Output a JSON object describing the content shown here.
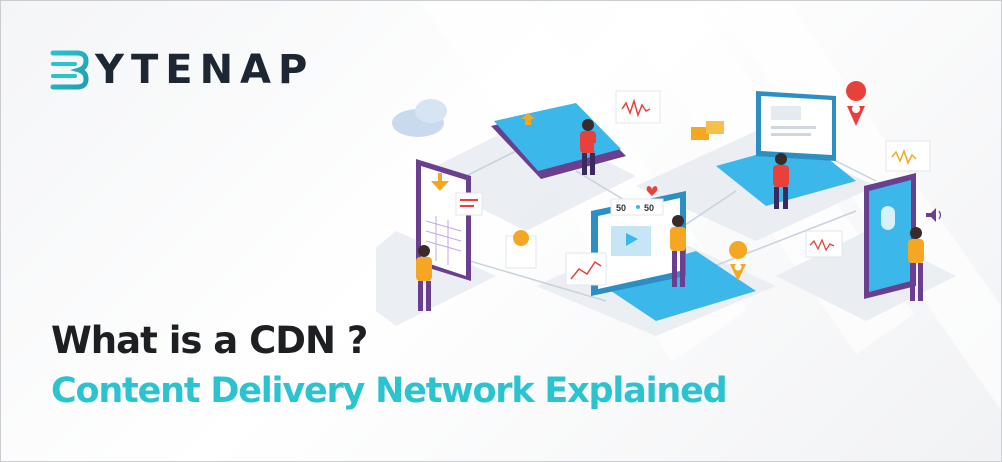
{
  "brand": {
    "name": "YTENAP",
    "accent_color": "#2cc3d1",
    "text_color": "#1c2733"
  },
  "headline": "What is a CDN ?",
  "subheadline": "Content Delivery Network Explained",
  "colors": {
    "headline": "#1e1f22",
    "subheadline": "#2cc3d1",
    "device_blue": "#3bb7ea",
    "device_purple": "#6a3f8f",
    "person_orange": "#f5a623",
    "person_red": "#e8413c"
  },
  "illustration": {
    "icons": [
      "cloud-icon",
      "location-pin-icon",
      "chat-bubble-icon",
      "audio-wave-icon",
      "envelope-icon",
      "speaker-icon",
      "arrow-up-icon",
      "arrow-down-icon",
      "play-icon",
      "chart-line-icon"
    ],
    "comparison_label_left": "50",
    "comparison_label_right": "50"
  }
}
